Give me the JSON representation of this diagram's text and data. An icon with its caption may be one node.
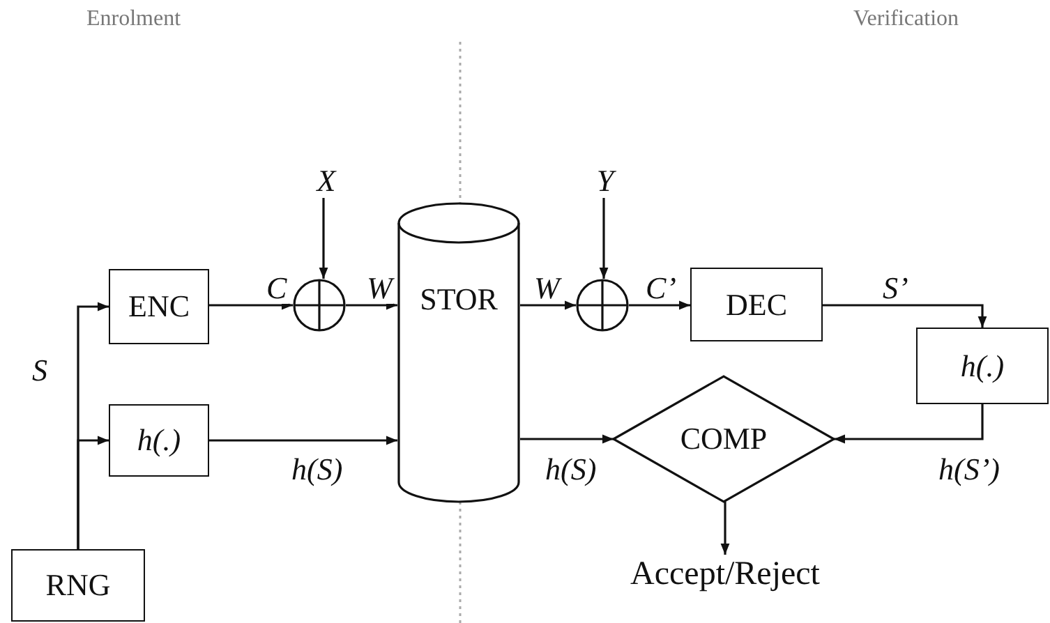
{
  "diagram": {
    "nodes": [
      {
        "text": [
          "ENC"
        ]
      },
      {
        "text": [
          "h(.)"
        ]
      },
      {
        "text": [
          "RNG"
        ]
      },
      {
        "text": [],
        "shape": "circle"
      },
      {
        "text": [
          "X"
        ]
      },
      {
        "text": [
          "STOR"
        ]
      },
      {
        "text": [],
        "shape": "circle"
      },
      {
        "text": [
          "Y"
        ]
      },
      {
        "text": [
          "DEC"
        ]
      },
      {
        "text": [
          "h(.)"
        ]
      },
      {
        "text": [
          "COMP"
        ]
      },
      {
        "text": [
          "Accept/Reject"
        ]
      }
    ],
    "edges": [
      {
        "from": 2,
        "to": 0,
        "arrow": "to"
      },
      {
        "from": 2,
        "to": 1,
        "arrow": "to"
      },
      {
        "from": 0,
        "to": 3,
        "arrow": "to",
        "label": "C"
      },
      {
        "from": 4,
        "to": 3,
        "arrow": "to"
      },
      {
        "from": 3,
        "to": 5,
        "arrow": "to",
        "label": "W"
      },
      {
        "from": 1,
        "to": 5,
        "arrow": "to",
        "label": "h(S)"
      },
      {
        "from": 5,
        "to": 6,
        "arrow": "to",
        "label": "W"
      },
      {
        "from": 7,
        "to": 6,
        "arrow": "to"
      },
      {
        "from": 6,
        "to": 8,
        "arrow": "to",
        "label": "C’"
      },
      {
        "from": 8,
        "to": 9,
        "arrow": "to",
        "label": "S’"
      },
      {
        "from": 5,
        "to": 10,
        "arrow": "to",
        "label": "h(S)"
      },
      {
        "from": 9,
        "to": 10,
        "arrow": "to",
        "label": "h(S’)"
      },
      {
        "from": 10,
        "to": 11,
        "arrow": "to"
      }
    ],
    "labels": [
      "Enrolment",
      "Verification",
      "S"
    ]
  }
}
